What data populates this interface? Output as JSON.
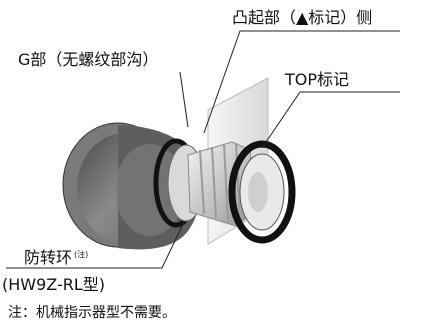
{
  "labels": {
    "convex_side": "凸起部（▲标记）侧",
    "g_part": "G部（无螺纹部沟）",
    "top_mark": "TOP标记",
    "anti_rotation_ring": "防转环",
    "anti_rotation_note_marker": "(注)",
    "model": "(HW9Z-RL型)"
  },
  "note": "注：机械指示器型不需要。"
}
